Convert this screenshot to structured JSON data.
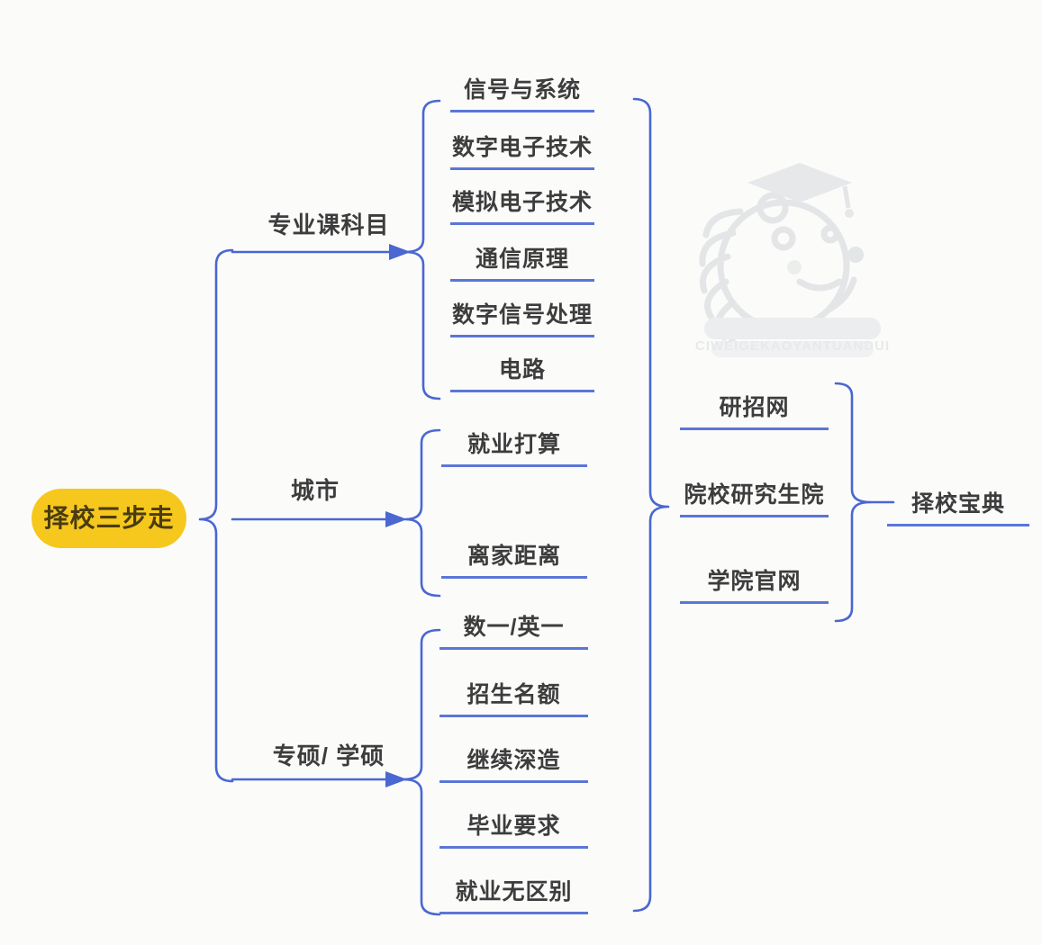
{
  "root": {
    "label": "择校三步走"
  },
  "branches": [
    {
      "label": "专业课科目",
      "children": [
        "信号与系统",
        "数字电子技术",
        "模拟电子技术",
        "通信原理",
        "数字信号处理",
        "电路"
      ]
    },
    {
      "label": "城市",
      "children": [
        "就业打算",
        "离家距离"
      ]
    },
    {
      "label": "专硕/ 学硕",
      "children": [
        "数一/英一",
        "招生名额",
        "继续深造",
        "毕业要求",
        "就业无区别"
      ]
    }
  ],
  "info_sources": [
    "研招网",
    "院校研究生院",
    "学院官网"
  ],
  "outcome": {
    "label": "择校宝典"
  },
  "watermark": {
    "text": "CIWEIGEKAOYANTUANDUI",
    "icon": "hedgehog-graduate-icon"
  },
  "colors": {
    "line_blue": "#4a67d2",
    "underline_blue": "#5b76d8",
    "node_yellow": "#f6c71d",
    "node_text": "#4a3c10",
    "label_text": "#3d3d3d",
    "watermark_gray": "#e7e9ea",
    "background": "#fbfbfa"
  }
}
